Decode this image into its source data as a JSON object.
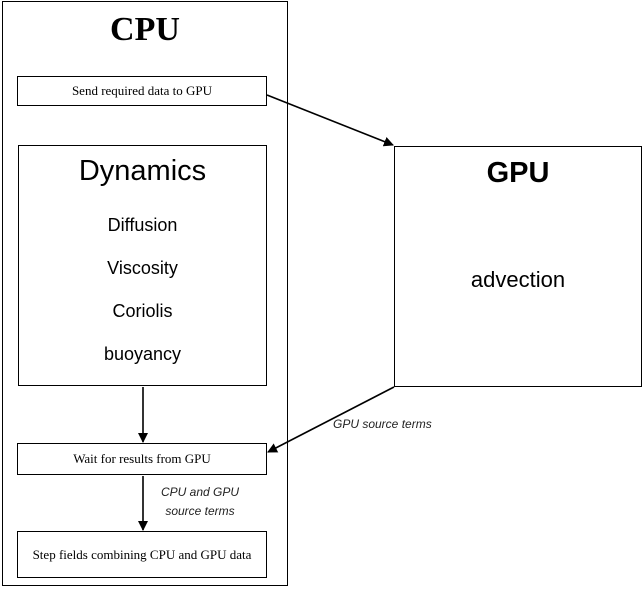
{
  "cpu": {
    "title": "CPU",
    "send_step": "Send required data to GPU",
    "dynamics": {
      "title": "Dynamics",
      "items": [
        "Diffusion",
        "Viscosity",
        "Coriolis",
        "buoyancy"
      ]
    },
    "wait_step": "Wait for results from GPU",
    "combine_step": "Step fields combining CPU and GPU data"
  },
  "gpu": {
    "title": "GPU",
    "item": "advection"
  },
  "labels": {
    "gpu_source_terms": "GPU source terms",
    "cpu_gpu_source_terms_line1": "CPU and GPU",
    "cpu_gpu_source_terms_line2": "source terms"
  }
}
